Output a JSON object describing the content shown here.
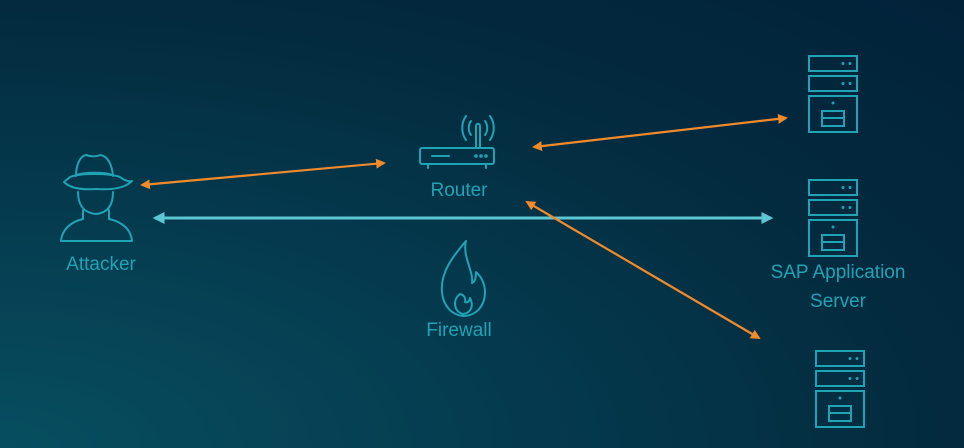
{
  "diagram": {
    "title": "SAP network attack path",
    "colors": {
      "icon": "#1fa3b5",
      "label": "#1fa3b5",
      "orange_arrow": "#f08a2b",
      "cyan_arrow": "#5cc6d3"
    },
    "nodes": [
      {
        "id": "attacker",
        "label": "Attacker",
        "icon": "hat-person-icon"
      },
      {
        "id": "router",
        "label": "Router",
        "icon": "wifi-router-icon"
      },
      {
        "id": "firewall",
        "label": "Firewall",
        "icon": "flame-icon"
      },
      {
        "id": "server_top",
        "label": "",
        "icon": "server-icon"
      },
      {
        "id": "server_mid",
        "label_line1": "SAP Application",
        "label_line2": "Server",
        "icon": "server-icon"
      },
      {
        "id": "server_bottom",
        "label": "",
        "icon": "server-icon"
      }
    ],
    "edges": [
      {
        "from": "attacker",
        "to": "router",
        "style": "orange",
        "direction": "both"
      },
      {
        "from": "router",
        "to": "server_top",
        "style": "orange",
        "direction": "both"
      },
      {
        "from": "router",
        "to": "server_bottom",
        "style": "orange",
        "direction": "both"
      },
      {
        "from": "attacker",
        "to": "server_mid",
        "style": "cyan",
        "direction": "both"
      }
    ]
  }
}
